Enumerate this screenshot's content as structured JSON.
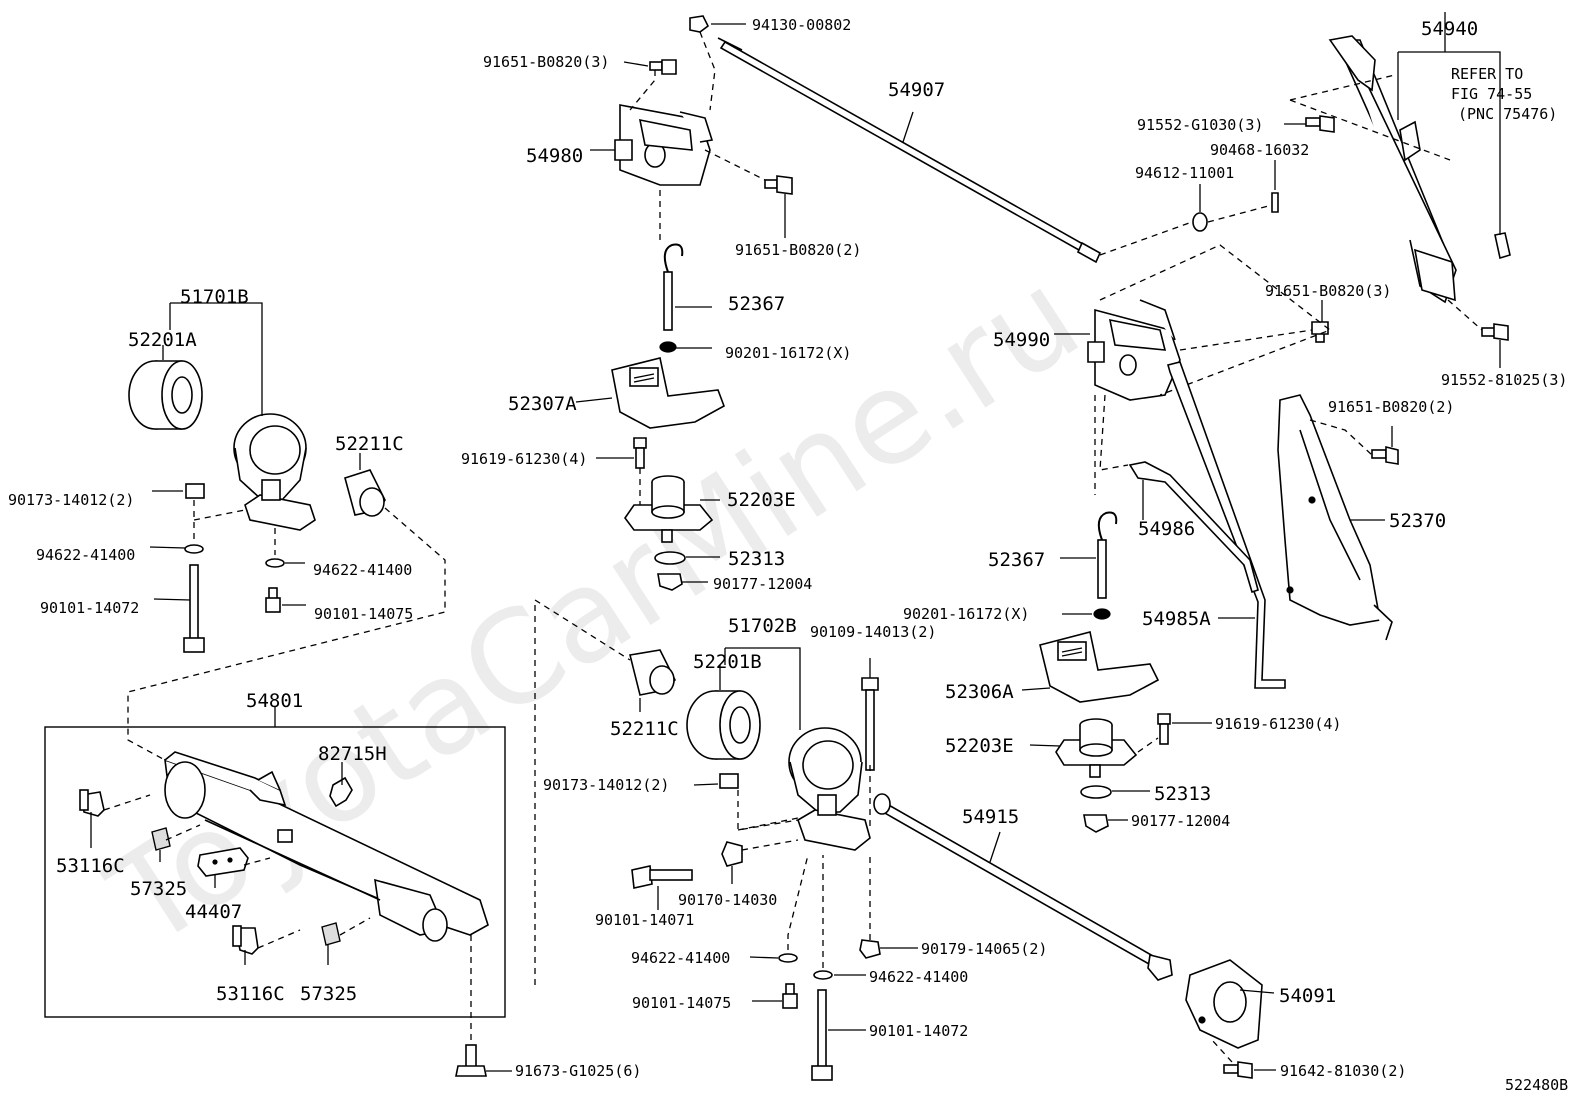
{
  "watermark": "ToyotaCarMine.ru",
  "diagram_code": "522480B",
  "reference_note": [
    "REFER TO",
    "FIG 74-55",
    "(PNC 75476)"
  ],
  "labels": {
    "p94130_00802": "94130-00802",
    "p91651_B0820_3_top": "91651-B0820(3)",
    "p54907": "54907",
    "p54980": "54980",
    "p91651_B0820_2_top": "91651-B0820(2)",
    "p52367_left": "52367",
    "p90201_16172_left": "90201-16172(X)",
    "p52307A": "52307A",
    "p91619_61230_left": "91619-61230(4)",
    "p52203E_left": "52203E",
    "p52313_left": "52313",
    "p90177_12004_left": "90177-12004",
    "p51701B": "51701B",
    "p52201A": "52201A",
    "p52211C_top": "52211C",
    "p90173_14012_left": "90173-14012(2)",
    "p94622_41400_a": "94622-41400",
    "p94622_41400_b": "94622-41400",
    "p90101_14072_left": "90101-14072",
    "p90101_14075_left": "90101-14075",
    "p54801": "54801",
    "p82715H": "82715H",
    "p53116C_a": "53116C",
    "p57325_a": "57325",
    "p44407": "44407",
    "p53116C_b": "53116C",
    "p57325_b": "57325",
    "p91673_G1025": "91673-G1025(6)",
    "p51702B": "51702B",
    "p90109_14013": "90109-14013(2)",
    "p52201B": "52201B",
    "p52211C_mid": "52211C",
    "p90173_14012_mid": "90173-14012(2)",
    "p90101_14071": "90101-14071",
    "p90170_14030": "90170-14030",
    "p94622_41400_c": "94622-41400",
    "p90101_14075_mid": "90101-14075",
    "p90179_14065": "90179-14065(2)",
    "p94622_41400_d": "94622-41400",
    "p90101_14072_mid": "90101-14072",
    "p54915": "54915",
    "p54091": "54091",
    "p91642_81030": "91642-81030(2)",
    "p54940": "54940",
    "p91552_G1030": "91552-G1030(3)",
    "p90468_16032": "90468-16032",
    "p94612_11001": "94612-11001",
    "p91651_B0820_3_right": "91651-B0820(3)",
    "p91552_81025": "91552-81025(3)",
    "p54990": "54990",
    "p91651_B0820_2_right": "91651-B0820(2)",
    "p54986": "54986",
    "p52370": "52370",
    "p52367_right": "52367",
    "p90201_16172_right": "90201-16172(X)",
    "p54985A": "54985A",
    "p52306A": "52306A",
    "p91619_61230_right": "91619-61230(4)",
    "p52203E_right": "52203E",
    "p52313_right": "52313",
    "p90177_12004_right": "90177-12004"
  }
}
